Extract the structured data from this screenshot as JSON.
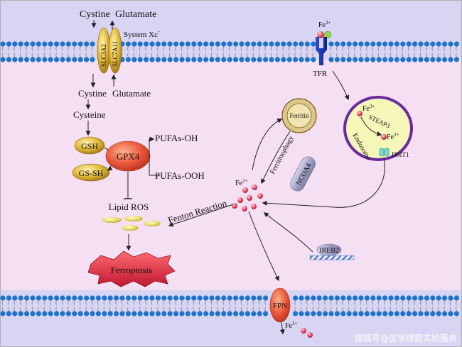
{
  "transport": {
    "cystine_top": "Cystine",
    "glutamate_top": "Glutamate",
    "system_xc": "System Xc",
    "system_xc_sup": "-",
    "slc3a2": "SLC3A2",
    "slc7a11": "SLC7A11",
    "cystine_in": "Cystine",
    "glutamate_in": "Glutamate",
    "cysteine": "Cysteine"
  },
  "gsh_cycle": {
    "gsh": "GSH",
    "gssh": "GS-SH",
    "gpx4": "GPX4",
    "pufas_oh": "PUFAs-OH",
    "pufas_ooh": "PUFAs-OOH",
    "lipid_ros": "Lipid ROS",
    "ferroptosis": "Ferroptosis"
  },
  "iron": {
    "tfr_fe": "Fe",
    "tfr_fe_sup": "3+",
    "tfr": "TFR",
    "endosome": "Endosome",
    "endo_fe3": "Fe",
    "endo_fe3_sup": "3+",
    "steap3": "STEAP3",
    "endo_fe2": "Fe",
    "endo_fe2_sup": "2+",
    "dmt1": "DMT1",
    "ferritin": "Ferritin",
    "ferritinophagy": "Ferritinophagy",
    "ncoa4": "NCOA4",
    "pool_fe": "Fe",
    "pool_fe_sup": "2+",
    "fenton": "Fenton Reaction",
    "ireb2": "IREB2",
    "fpn": "FPN",
    "out_fe": "Fe",
    "out_fe_sup": "3+"
  },
  "watermark": "搜狐号@医学课题实验服务",
  "colors": {
    "cytoplasm": "#f5dff2",
    "extracellular": "#dcd9f6",
    "lipid_head": "#1e73c8",
    "membrane_tail": "#7a7a7a",
    "gold": "#d9b13a",
    "gpx4": "#e8553a",
    "fe_dot": "#e8506a",
    "ferroptosis": "#d8283a",
    "endosome_ring": "#6a2aa0",
    "endosome_fill": "#f4f7b8",
    "tfr": "#1a3ab8",
    "ncoa4": "#a9a9c9"
  }
}
